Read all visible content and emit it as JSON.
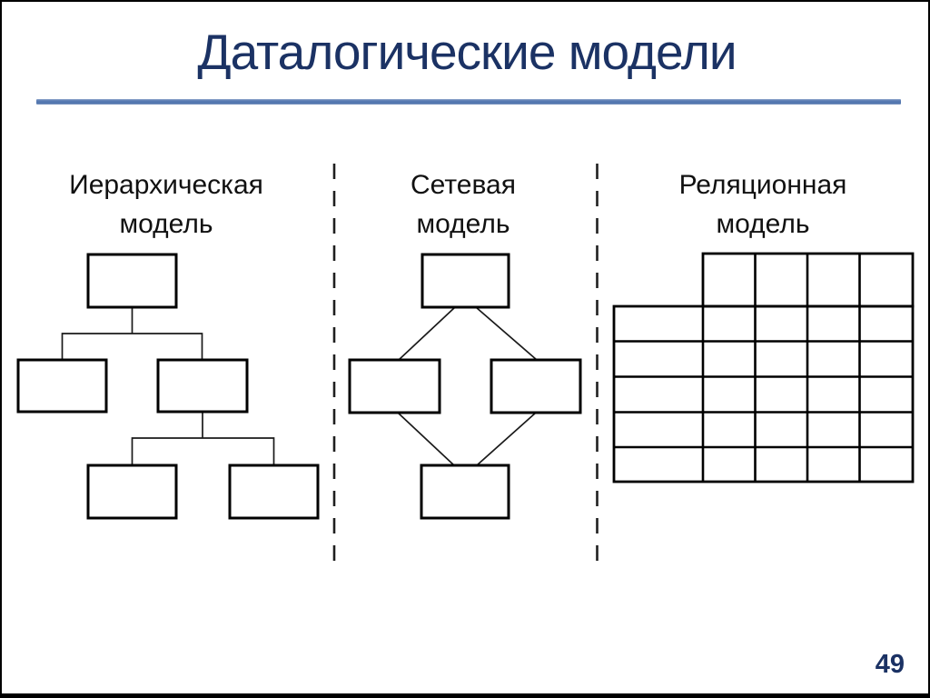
{
  "slide": {
    "title": "Даталогические модели",
    "page_number": "49",
    "background": "#ffffff",
    "colors": {
      "title_text": "#1b3264",
      "title_underline": "#5b7db4",
      "diagram_stroke": "#000000",
      "label_text": "#111111"
    }
  },
  "panels": [
    {
      "id": "hierarchical-model",
      "label_line1": "Иерархическая",
      "label_line2": "модель",
      "structure": "tree: 1 root box, 2 child boxes, 2 grandchild boxes under right child"
    },
    {
      "id": "network-model",
      "label_line1": "Сетевая",
      "label_line2": "модель",
      "structure": "diamond: top box linked to two middle boxes, both linked to bottom box"
    },
    {
      "id": "relational-model",
      "label_line1": "Реляционная",
      "label_line2": "модель",
      "structure": "table: header row of 4 columns, body of 5 rows x 5 columns (wide first column)"
    }
  ]
}
